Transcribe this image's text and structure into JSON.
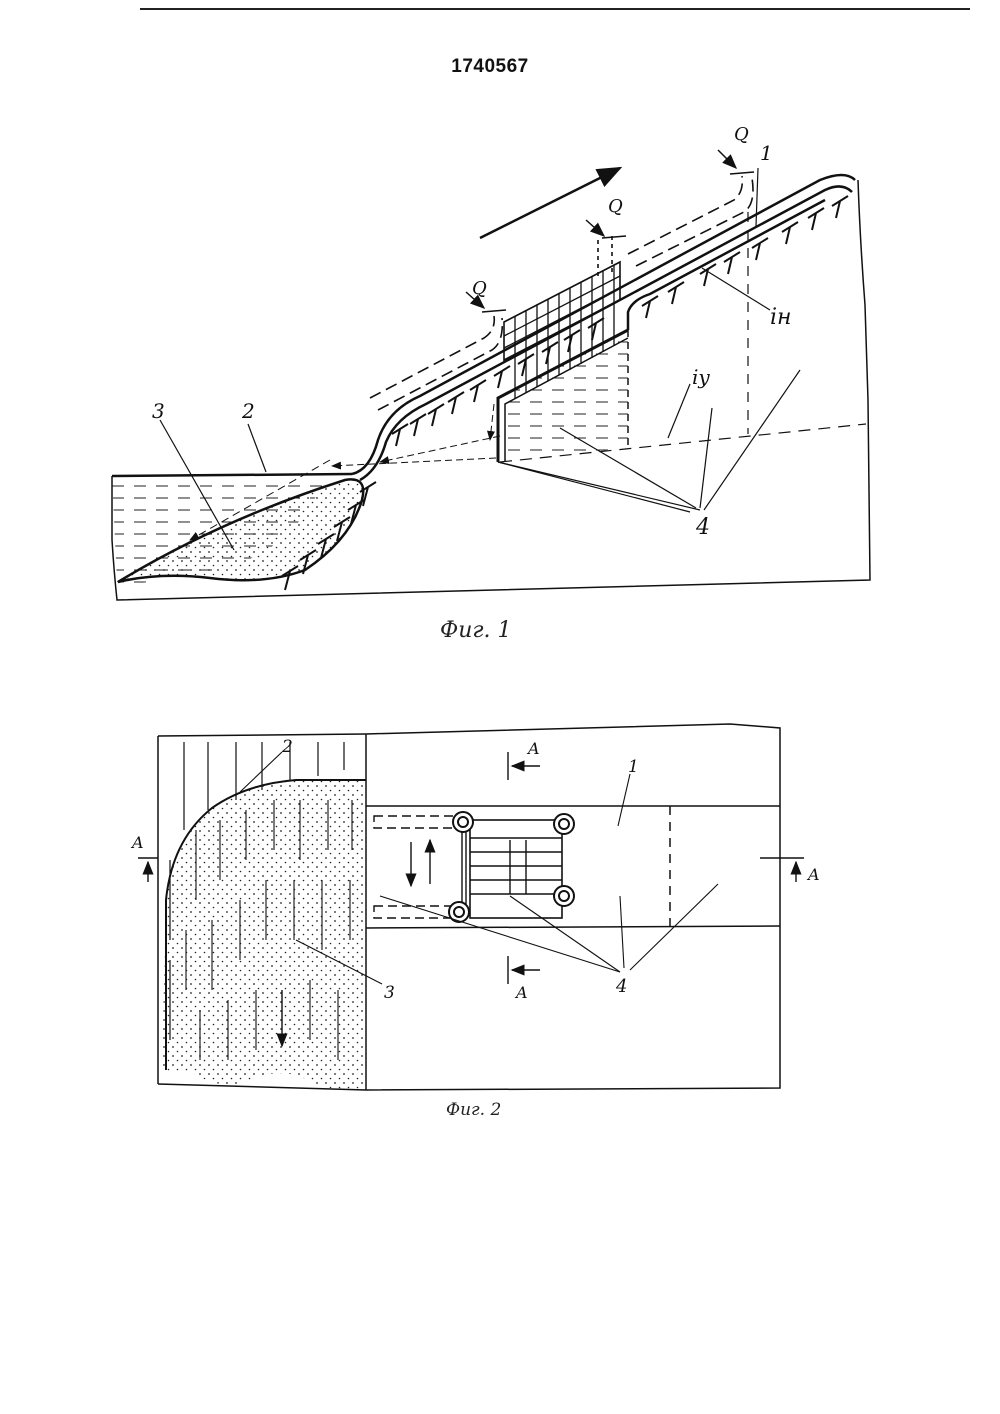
{
  "patent_number": "1740567",
  "figure_1": {
    "caption": "Фиг. 1",
    "flow_label": "Q",
    "labels": {
      "item_1": "1",
      "item_2": "2",
      "item_3": "3",
      "item_4": "4",
      "slope_natural": "iн",
      "slope_installed": "iy"
    }
  },
  "figure_2": {
    "caption": "Фиг. 2",
    "section_label": "A",
    "labels": {
      "item_1": "1",
      "item_2": "2",
      "item_3": "3",
      "item_4": "4"
    }
  },
  "colors": {
    "ink": "#111111",
    "paper": "#ffffff"
  }
}
